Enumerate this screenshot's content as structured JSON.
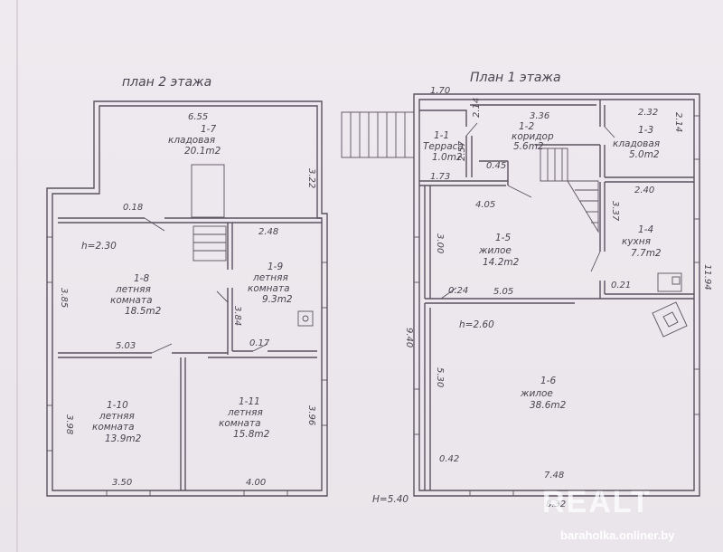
{
  "floor2": {
    "title": "план 2 этажа",
    "dims": {
      "top_width": "6.55",
      "right_pantry": "3.22",
      "door_gap": "0.18",
      "height": "h=2.30",
      "left_room8": "3.85",
      "room9_width": "2.48",
      "room9_height": "3.84",
      "mid_width": "5.03",
      "small_gap": "0.17",
      "left_room10": "3.98",
      "right_room11": "3.96",
      "bottom_room10": "3.50",
      "bottom_room11": "4.00"
    },
    "rooms": [
      {
        "num": "1-7",
        "name": "кладовая",
        "area": "20.1m2"
      },
      {
        "num": "1-8",
        "name1": "летняя",
        "name2": "комната",
        "area": "18.5m2"
      },
      {
        "num": "1-9",
        "name1": "летняя",
        "name2": "комната",
        "area": "9.3m2"
      },
      {
        "num": "1-10",
        "name1": "летняя",
        "name2": "комната",
        "area": "13.9m2"
      },
      {
        "num": "1-11",
        "name1": "летняя",
        "name2": "комната",
        "area": "15.8m2"
      }
    ]
  },
  "floor1": {
    "title": "План 1 этажа",
    "dims": {
      "terrace_w": "1.70",
      "terrace_d1": "2.14",
      "terrace_d2": "2.57",
      "terrace_b": "1.73",
      "corr_w": "3.36",
      "corr_gap": "0.45",
      "pantry_w": "2.32",
      "pantry_h": "2.14",
      "kitchen_w": "2.40",
      "kitchen_h": "3.37",
      "room5_top": "4.05",
      "room5_left": "3.00",
      "room5_gap": "0.24",
      "room5_bottom": "5.05",
      "kitchen_gap": "0.21",
      "height": "h=2.60",
      "left_total": "9.40",
      "right_total": "11.94",
      "room6_left": "5.30",
      "room6_gap": "0.42",
      "room6_bottom": "7.48",
      "bottom_total": "8.32",
      "total_height": "H=5.40"
    },
    "rooms": [
      {
        "num": "1-1",
        "name": "Терраса",
        "area": "1.0m2"
      },
      {
        "num": "1-2",
        "name": "коридор",
        "area": "5.6m2"
      },
      {
        "num": "1-3",
        "name": "кладовая",
        "area": "5.0m2"
      },
      {
        "num": "1-4",
        "name": "кухня",
        "area": "7.7m2"
      },
      {
        "num": "1-5",
        "name": "жилое",
        "area": "14.2m2"
      },
      {
        "num": "1-6",
        "name": "жилое",
        "area": "38.6m2"
      }
    ]
  },
  "watermark": "REALT",
  "source": "baraholka.onliner.by"
}
